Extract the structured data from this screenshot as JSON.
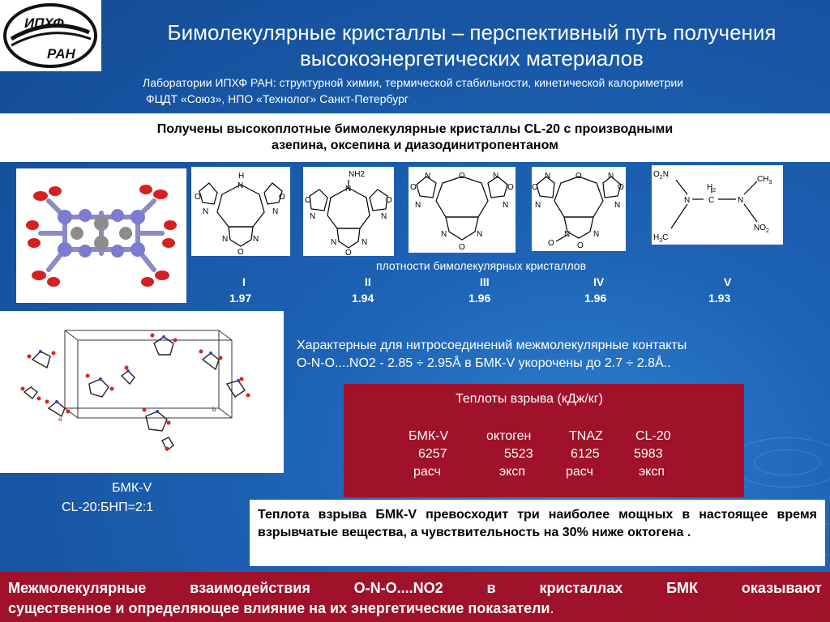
{
  "header": {
    "logo_top": "ИПХФ",
    "logo_bottom": "РАН",
    "title_line1": "Бимолекулярные кристаллы – перспективный путь получения",
    "title_line2": "высокоэнергетических материалов",
    "sub_line1": "Лаборатории ИПХФ  РАН: структурной химии, термической стабильности, кинетической калориметрии",
    "sub_line2": "ФЦДТ «Союз», НПО «Технолог» Санкт-Петербург"
  },
  "result": {
    "line1": "Получены высокоплотные бимолекулярные кристаллы CL-20 с производными",
    "line2": "азепина, оксепина и диазодинитропентаном"
  },
  "structures": {
    "s1_top": "H",
    "s2_top": "NH2",
    "n": "N",
    "o": "O",
    "h2": "H",
    "h2_sub": "2",
    "c": "C",
    "h3c": "H",
    "h3c_sub": "3",
    "h3c_c": "C",
    "ch3": "CH",
    "ch3_sub": "3",
    "o2n": "O",
    "o2n_sub": "2",
    "o2n_n": "N",
    "no2": "NO",
    "no2_sub": "2"
  },
  "densities": {
    "title": "плотности бимолекулярных кристаллов",
    "items": [
      {
        "label": "I",
        "value": "1.97"
      },
      {
        "label": "II",
        "value": "1.94"
      },
      {
        "label": "III",
        "value": "1.96"
      },
      {
        "label": "IV",
        "value": "1.96"
      },
      {
        "label": "V",
        "value": "1.93"
      }
    ]
  },
  "packing": {
    "label": "БМК-V",
    "ratio": "CL-20:БНП=2:1",
    "axis_b": "b",
    "axis_a": "a"
  },
  "contacts": {
    "line1": "Характерные для нитросоединений межмолекулярные контакты",
    "line2": "O-N-O....NO2 - 2.85 ÷ 2.95Å в БМК-V укорочены до 2.7 ÷ 2.8Å.."
  },
  "heat": {
    "title": "Теплоты взрыва   (кДж/кг)",
    "headers": [
      "БМК-V",
      "октоген",
      "TNAZ",
      "CL-20"
    ],
    "values": [
      "6257",
      "5523",
      "6125",
      "5983"
    ],
    "methods": [
      "расч",
      "эксп",
      "расч",
      "эксп"
    ]
  },
  "conclusion": {
    "text": "Теплота взрыва БМК-V превосходит три наиболее мощных в настоящее время взрывчатые вещества, а чувствительность на 30% ниже октогена ."
  },
  "bottom": {
    "line1": "Межмолекулярные взаимодействия O-N-O....NO2 в кристаллах БМК оказывают",
    "line2": "существенное и определяющее   влияние на их энергетические показатели",
    "line2_end": "."
  }
}
